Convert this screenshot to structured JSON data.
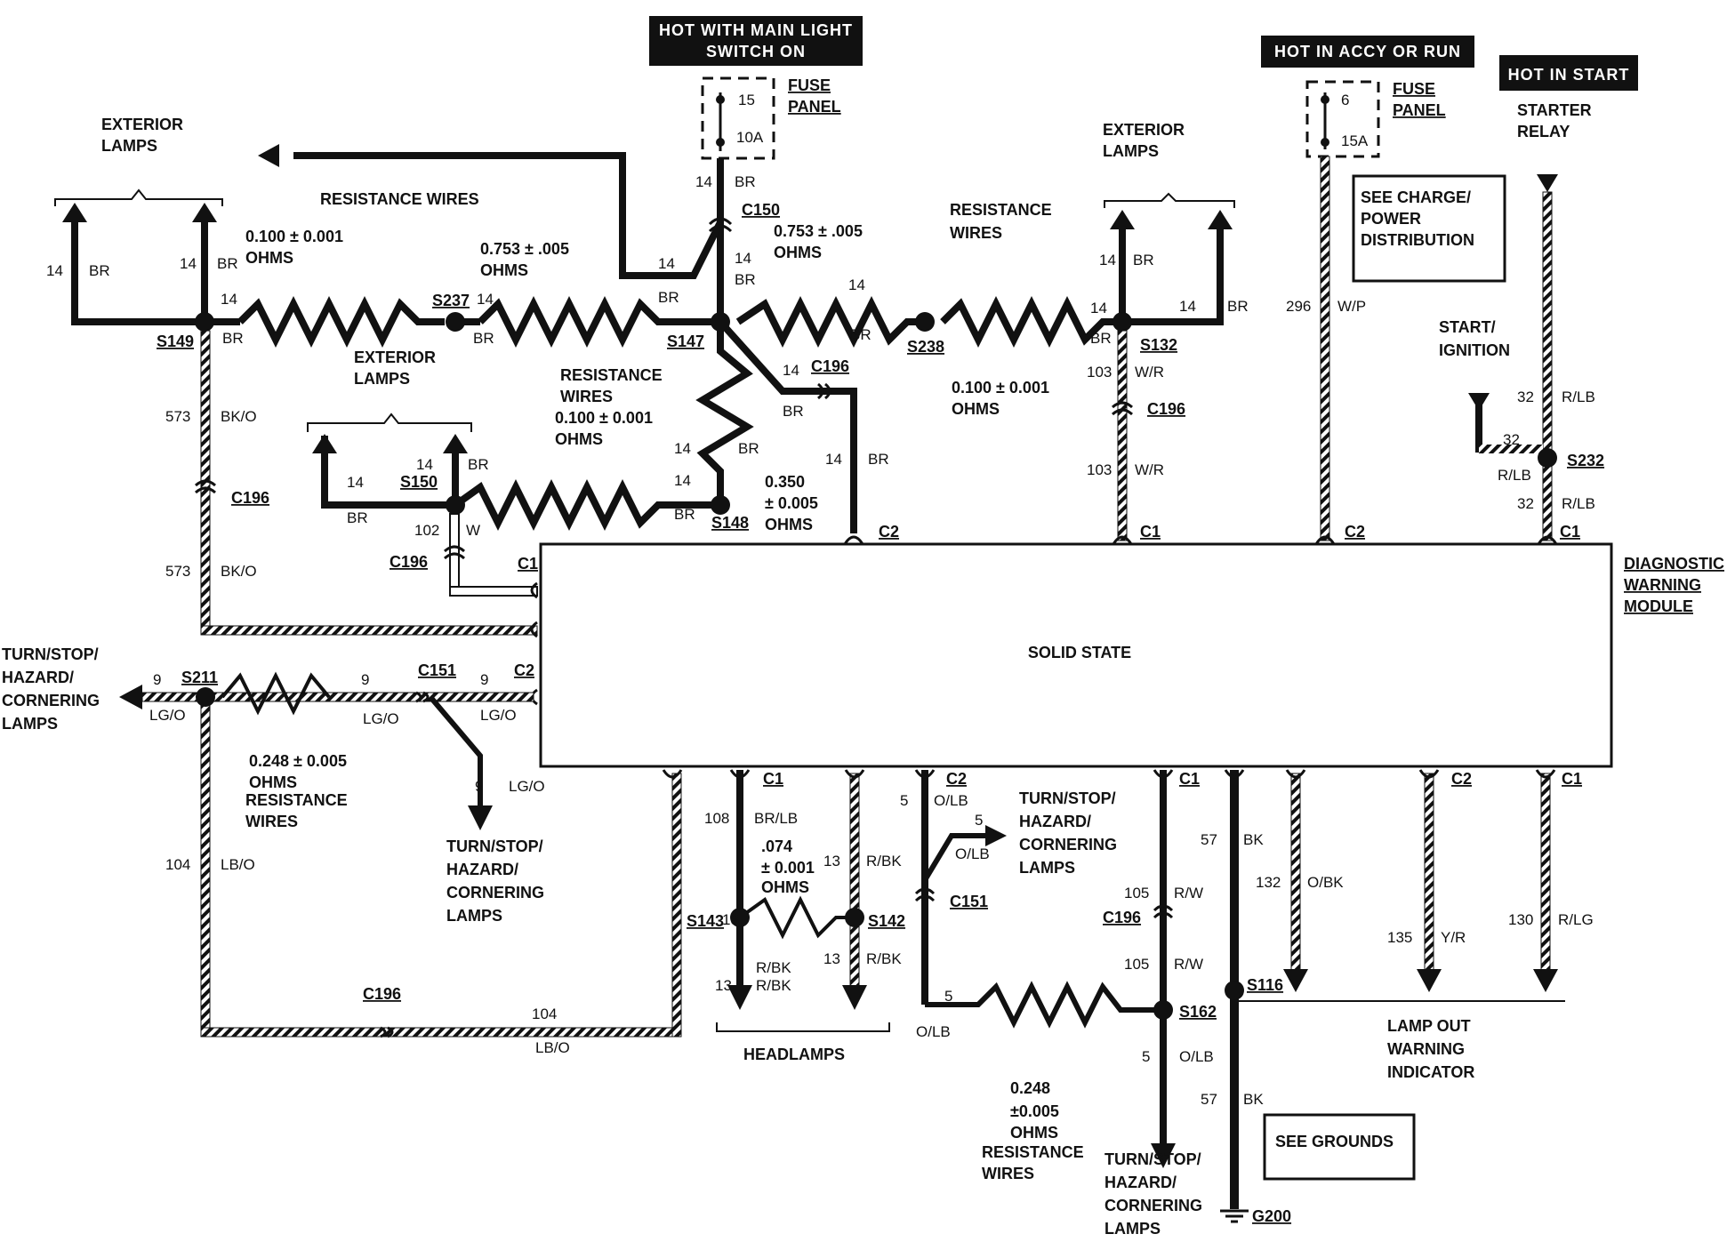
{
  "header_boxes": {
    "main_light": [
      "HOT WITH MAIN LIGHT",
      "SWITCH ON"
    ],
    "accy_run": "HOT IN ACCY OR RUN",
    "start": "HOT IN START"
  },
  "fuses": {
    "left": {
      "num": "15",
      "amp": "10A",
      "label": [
        "FUSE",
        "PANEL"
      ]
    },
    "right": {
      "num": "6",
      "amp": "15A",
      "label": [
        "FUSE",
        "PANEL"
      ]
    }
  },
  "module": {
    "center": "SOLID STATE",
    "name": [
      "DIAGNOSTIC",
      "WARNING",
      "MODULE"
    ]
  },
  "labels": {
    "exterior_left": [
      "EXTERIOR",
      "LAMPS"
    ],
    "exterior_right": [
      "EXTERIOR",
      "LAMPS"
    ],
    "exterior_mid": [
      "EXTERIOR",
      "LAMPS"
    ],
    "res_wires_top": "RESISTANCE WIRES",
    "res_wires_right": [
      "RESISTANCE",
      "WIRES"
    ],
    "res_wires_mid": [
      "RESISTANCE",
      "WIRES"
    ],
    "starter_relay": [
      "STARTER",
      "RELAY"
    ],
    "start_ignition": [
      "START/",
      "IGNITION"
    ],
    "see_charge": [
      "SEE CHARGE/",
      "POWER",
      "DISTRIBUTION"
    ],
    "see_grounds": "SEE GROUNDS",
    "turn_left": [
      "TURN/STOP/",
      "HAZARD/",
      "CORNERING",
      "LAMPS"
    ],
    "turn_mid": [
      "TURN/STOP/",
      "HAZARD/",
      "CORNERING",
      "LAMPS"
    ],
    "turn_right": [
      "TURN/STOP/",
      "HAZARD/",
      "CORNERING",
      "LAMPS"
    ],
    "turn_bottom": [
      "TURN/STOP/",
      "HAZARD/",
      "CORNERING",
      "LAMPS"
    ],
    "headlamps": "HEADLAMPS",
    "lamp_out": [
      "LAMP OUT",
      "WARNING",
      "INDICATOR"
    ],
    "res_248": [
      "0.248 ± 0.005",
      "OHMS",
      "RESISTANCE",
      "WIRES"
    ],
    "res_248b": [
      "0.248",
      "±0.005",
      "OHMS",
      "RESISTANCE",
      "WIRES"
    ],
    "ohm_100a": [
      "0.100 ± 0.001",
      "OHMS"
    ],
    "ohm_753a": [
      "0.753 ± .005",
      "OHMS"
    ],
    "ohm_753b": [
      "0.753 ± .005",
      "OHMS"
    ],
    "ohm_100b": [
      "0.100 ± 0.001",
      "OHMS"
    ],
    "ohm_100c": [
      "0.100 ± 0.001",
      "OHMS"
    ],
    "ohm_350": [
      "0.350",
      "± 0.005",
      "OHMS"
    ],
    "ohm_074": [
      ".074",
      "± 0.001",
      "OHMS"
    ]
  },
  "splices": [
    "S149",
    "S237",
    "S147",
    "S238",
    "S132",
    "S150",
    "S148",
    "S232",
    "S211",
    "S143",
    "S142",
    "S162",
    "S116"
  ],
  "connectors": [
    "C150",
    "C196",
    "C1",
    "C2",
    "C151",
    "G200"
  ],
  "wires": {
    "w14": "14",
    "br": "BR",
    "w573": "573",
    "bko": "BK/O",
    "w103": "103",
    "wr": "W/R",
    "w296": "296",
    "wp": "W/P",
    "w32": "32",
    "rlb": "R/LB",
    "w102": "102",
    "w": "W",
    "w9": "9",
    "lgo": "LG/O",
    "w104": "104",
    "lbo": "LB/O",
    "w108": "108",
    "brlb": "BR/LB",
    "w13": "13",
    "rbk": "R/BK",
    "w5": "5",
    "olb": "O/LB",
    "w105": "105",
    "rw": "R/W",
    "w57": "57",
    "bk": "BK",
    "w132": "132",
    "obk": "O/BK",
    "w135": "135",
    "yr": "Y/R",
    "w130": "130",
    "rlg": "R/LG"
  }
}
